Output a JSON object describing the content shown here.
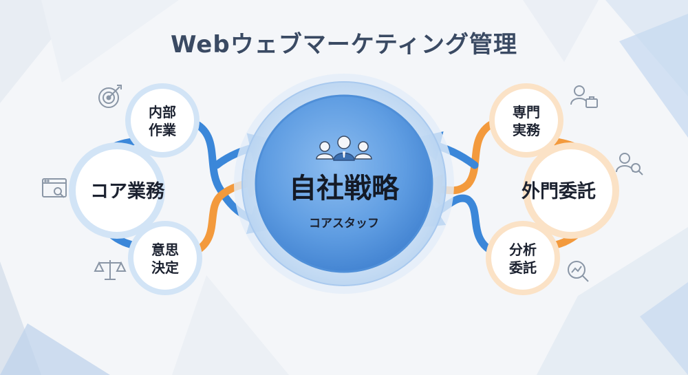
{
  "title": "Webウェブマーケティング管理",
  "center": {
    "main": "自社戦略",
    "sub": "コアスタッフ"
  },
  "left": {
    "core": "コア業務",
    "top": [
      "内部",
      "作業"
    ],
    "bottom": [
      "意思",
      "決定"
    ]
  },
  "right": {
    "main": "外門委託",
    "top": [
      "専門",
      "実務"
    ],
    "bottom": [
      "分析",
      "委託"
    ]
  },
  "icons": {
    "target": "target-icon",
    "web": "web-search-icon",
    "scale": "scale-icon",
    "people": "team-icon",
    "business": "business-person-icon",
    "person_search": "person-search-icon",
    "analytics": "analytics-icon"
  },
  "colors": {
    "blue": "#3b87d9",
    "orange": "#f39a3d",
    "center_fill": "#5b9ae0",
    "title": "#3a4a63"
  }
}
